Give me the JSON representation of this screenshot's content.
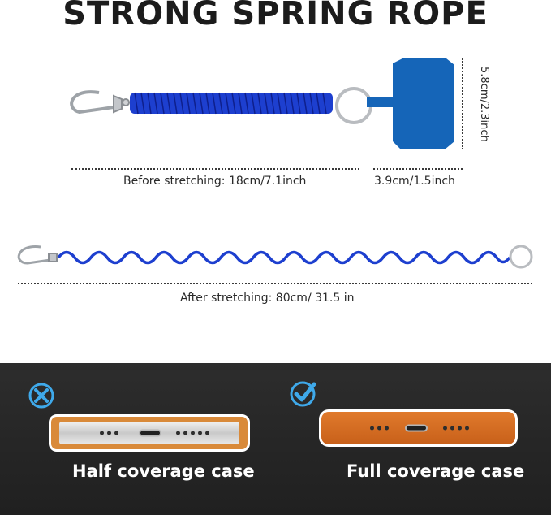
{
  "title": "STRONG SPRING ROPE",
  "dimensions": {
    "before_stretching": "Before stretching: 18cm/7.1inch",
    "patch_width": "3.9cm/1.5inch",
    "patch_height": "5.8cm/2.3inch",
    "after_stretching": "After stretching: 80cm/ 31.5 in"
  },
  "comparison": {
    "half": {
      "label": "Half coverage case",
      "status_icon": "cross-icon"
    },
    "full": {
      "label": "Full coverage case",
      "status_icon": "check-icon"
    }
  },
  "colors": {
    "spring_blue": "#1d3fcf",
    "patch_blue": "#1565b8",
    "badge_blue": "#3fa9ea",
    "case_orange": "#d4701f",
    "panel_dark": "#262626"
  }
}
